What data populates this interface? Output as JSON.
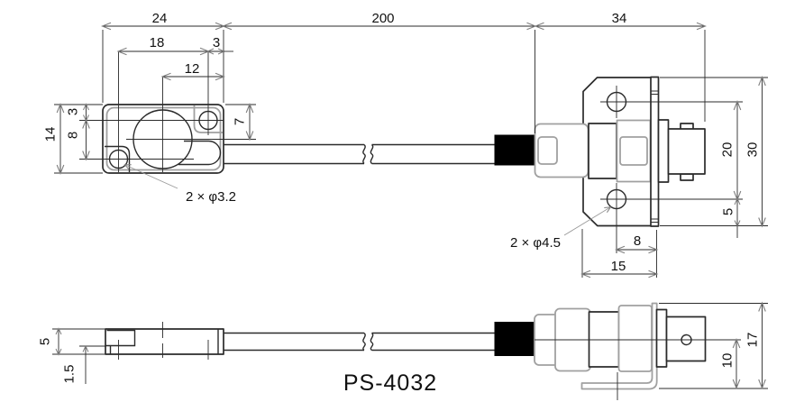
{
  "model_label": "PS-4032",
  "colors": {
    "outline": "#2b2b2b",
    "secondary_line": "#a0a0a0",
    "arrow": "#808080",
    "background": "#ffffff",
    "strain_relief_fill": "#000000"
  },
  "top_view": {
    "head": {
      "overall_width": "24",
      "hole_span_x": "18",
      "hole_edge_offset": "3",
      "lens_to_edge": "12",
      "overall_height": "14",
      "hole_top_offset": "3",
      "hole_span_y": "8",
      "lens_center_from_top": "7",
      "holes_note": "2 × φ3.2"
    },
    "cable": {
      "length": "200"
    },
    "connector": {
      "length": "34",
      "hole_span": "20",
      "bracket_height": "30",
      "hole_bottom_offset": "5",
      "hole_to_flange": "8",
      "bracket_width": "15",
      "holes_note": "2 × φ4.5"
    }
  },
  "side_view": {
    "head_thickness": "5",
    "plate_thickness": "1.5",
    "axis_to_leg": "10",
    "connector_height": "17"
  }
}
